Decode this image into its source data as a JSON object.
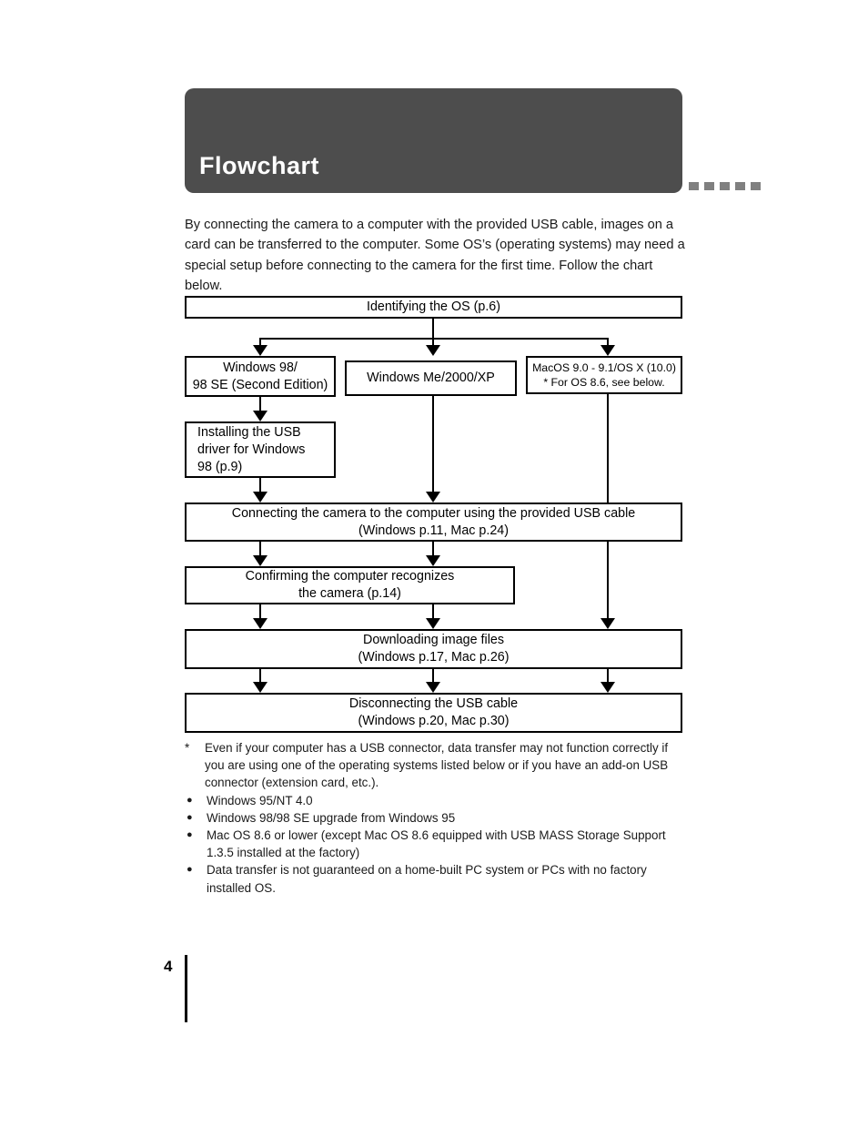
{
  "header": {
    "title": "Flowchart",
    "dash_count": 5,
    "banner_color": "#4d4d4d",
    "dash_color": "#808080"
  },
  "intro": {
    "paragraph": "By connecting the camera to a computer with the provided USB cable, images on a card can be transferred to the computer. Some OS’s (operating systems) may need a special setup before connecting to the camera for the first time. Follow the chart below."
  },
  "flowchart": {
    "boxes": {
      "identify": "Identifying the OS (p.6)",
      "win98_line1": "Windows 98/",
      "win98_line2": "98 SE (Second Edition)",
      "winme": "Windows Me/2000/XP",
      "macos_line1": "MacOS 9.0 - 9.1/OS X (10.0)",
      "macos_line2": "* For OS 8.6, see below.",
      "install_usb_line1": "Installing the USB",
      "install_usb_line2": "driver for Windows",
      "install_usb_line3": "98 (p.9)",
      "connecting_line1": "Connecting the camera to the computer using the provided USB cable",
      "connecting_line2": "(Windows p.11,  Mac p.24)",
      "confirming_line1": "Confirming the computer recognizes",
      "confirming_line2": "the camera (p.14)",
      "downloading_line1": "Downloading image files",
      "downloading_line2": "(Windows p.17,  Mac p.26)",
      "disconnect_line1": "Disconnecting the USB cable",
      "disconnect_line2": "(Windows p.20,  Mac p.30)"
    }
  },
  "footnotes": {
    "asterisk_marker": "*",
    "bullet_marker": "●",
    "note": "Even if your computer has a USB connector, data transfer may not function correctly if you are using one of the operating systems listed below or if you have an add-on USB connector (extension card, etc.).",
    "items": [
      "Windows 95/NT 4.0",
      "Windows 98/98 SE upgrade from Windows 95",
      "Mac OS 8.6 or lower (except Mac OS 8.6 equipped with USB MASS Storage Support 1.3.5 installed at the factory)",
      "Data transfer is not guaranteed on a home-built PC system or PCs with no factory installed OS."
    ]
  },
  "footer": {
    "page_number": "4"
  }
}
